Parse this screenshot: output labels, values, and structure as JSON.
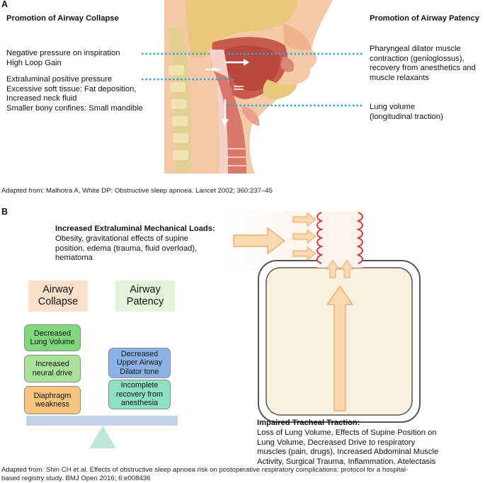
{
  "panel_a": {
    "letter": "A",
    "left_heading": "Promotion of Airway Collapse",
    "right_heading": "Promotion of Airway Patency",
    "left_group1": "Negative pressure on inspiration\nHigh Loop Gain",
    "left_group2": "Extraluminal positive pressure\nExcessive soft tissue: Fat deposition,\nIncreased neck fluid\nSmaller bony confines: Small mandible",
    "right_group1": "Pharyngeal dilator muscle\ncontraction (genioglossus),\nrecovery from anesthetics and\nmuscle relaxants",
    "right_group2": "Lung volume\n(longitudinal traction)",
    "citation": "Adapted from: Malhotra A, White DP: Obstructive sleep apnoea. Lancet 2002; 360:237–45"
  },
  "panel_b": {
    "letter": "B",
    "loads_heading": "Increased Extraluminal Mechanical Loads:",
    "loads_text": "Obesity, gravitational effects of supine\nposition, edema (trauma, fluid overload),\nhematoma",
    "collapse_box": "Airway\nCollapse",
    "patency_box": "Airway\nPatency",
    "collapse_blocks": [
      "Decreased\nLung Volume",
      "Increased\nneural drive",
      "Diaphragm\nweakness"
    ],
    "patency_blocks": [
      "Decreased\nUpper Airway\nDilator tone",
      "Incomplete\nrecovery from\nanesthesia"
    ],
    "traction_heading": "Impaired Tracheal Traction:",
    "traction_text": "Loss of Lung Volume, Effects of Supine Position on\nLung Volume, Decreased Drive to respiratory\nmuscles (pain, drugs), Increased Abdominal Muscle\nActivity, Surgical Trauma, Inflammation, Atelectasis",
    "citation": "Adapted from: Shin CH et al. Effects of obstructive sleep apnoea risk on postoperative respiratory complications: protocol for a hospital-\nbased registry study. BMJ Open 2016; 6:e008436"
  },
  "colors": {
    "collapse_box": "#fbe0cc",
    "patency_box": "#e3f4da",
    "block_green": "#7fd97a",
    "block_lightgreen": "#a9e29a",
    "block_orange": "#f7c57e",
    "block_blue": "#8ab2e6",
    "block_teal": "#8ee0c4",
    "beam": "#c4d3ea",
    "fulcrum": "#bfe8d8",
    "arrow_fill": "#fbd9b1",
    "arrow_stroke": "#e7a362",
    "tissue_red": "#cf3b3b",
    "dotted_blue": "#2ba6e0"
  }
}
